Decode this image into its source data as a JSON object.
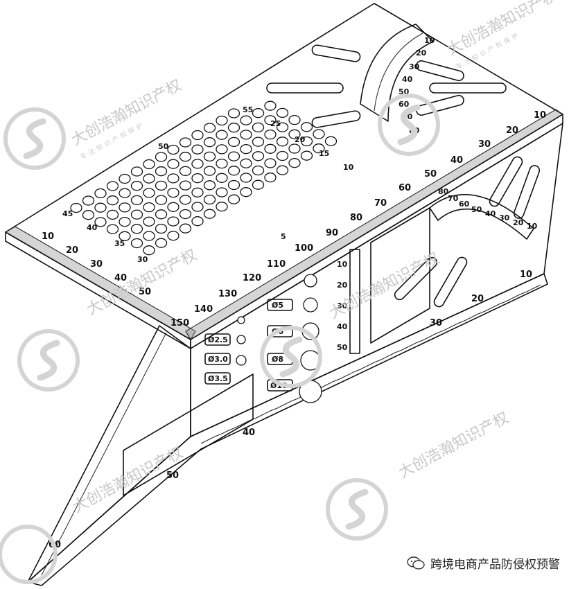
{
  "drawing": {
    "top_scale_labels": [
      "10",
      "20",
      "30",
      "40",
      "50",
      "60",
      "70",
      "80",
      "90",
      "100",
      "110",
      "120",
      "130",
      "140",
      "150"
    ],
    "left_scale_labels": [
      "10",
      "20",
      "30",
      "40",
      "50"
    ],
    "arc_scale_labels": [
      "10",
      "20",
      "30",
      "40",
      "50",
      "60",
      "70",
      "80"
    ],
    "side_arc_labels": [
      "10",
      "20",
      "30",
      "40",
      "50",
      "60",
      "70",
      "80"
    ],
    "bottom_scale_labels": [
      "10",
      "20",
      "30",
      "40",
      "50",
      "60"
    ],
    "vertical_scale_labels": [
      "10",
      "20",
      "30",
      "40",
      "50"
    ],
    "hole_size_labels": [
      "Ø2.5",
      "Ø3.0",
      "Ø3.5"
    ],
    "hole_size_labels_right": [
      "Ø5",
      "Ø6",
      "Ø8",
      "Ø10"
    ],
    "grid_index_labels_left": [
      "55",
      "50",
      "45",
      "40",
      "35",
      "30"
    ],
    "grid_index_labels_right": [
      "25",
      "20",
      "15",
      "10",
      "5"
    ]
  },
  "watermark": {
    "brand_text": "大创浩瀚知识产权",
    "sub_text": "专注知识产权保护"
  },
  "caption": {
    "text": "跨境电商产品防侵权预警"
  }
}
